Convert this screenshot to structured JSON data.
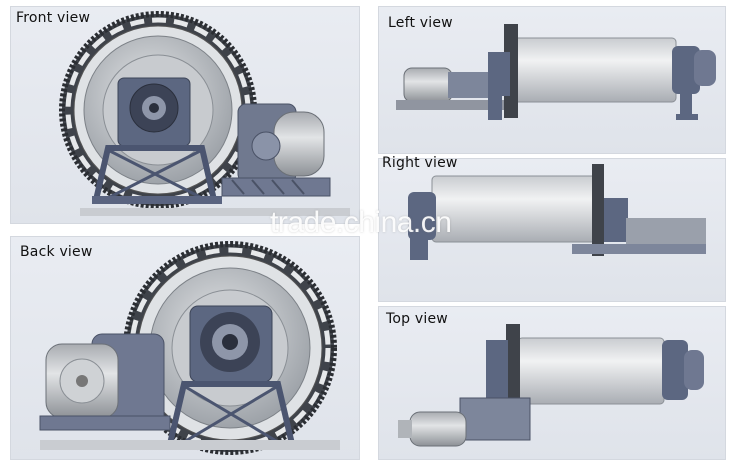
{
  "views": {
    "front": "Front view",
    "back": "Back view",
    "left": "Left view",
    "right": "Right view",
    "top": "Top view"
  },
  "watermark": "trade.china.cn",
  "colors": {
    "panel_bg": "#e6e9ef",
    "shell": "#d9dcdf",
    "gear": "#4b5058",
    "frame": "#5f6b86",
    "motor": "#b9bcc0"
  }
}
